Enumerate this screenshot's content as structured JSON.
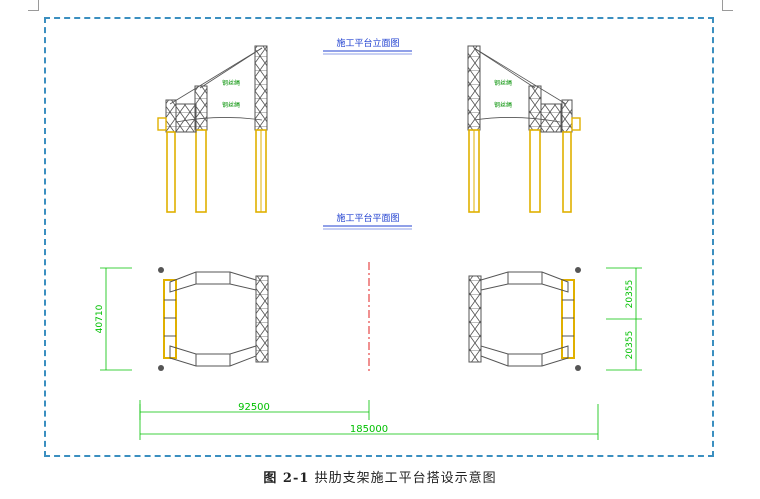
{
  "drawing": {
    "elevation_title": "施工平台立面图",
    "plan_title": "施工平台平面图",
    "cable_label": "钢丝绳",
    "dim_overall": "185000",
    "dim_half": "92500",
    "dim_width_left": "40710",
    "dim_width_right_top": "20355",
    "dim_width_right_bottom": "20355",
    "colors": {
      "truss": "#e0b000",
      "steel": "#555555",
      "dimension": "#00c000",
      "title": "#2040d0",
      "centerline": "#e02020",
      "frame": "#3b8fc0"
    }
  },
  "caption": {
    "figure_no": "图 2-1",
    "text": "拱肋支架施工平台搭设示意图"
  }
}
